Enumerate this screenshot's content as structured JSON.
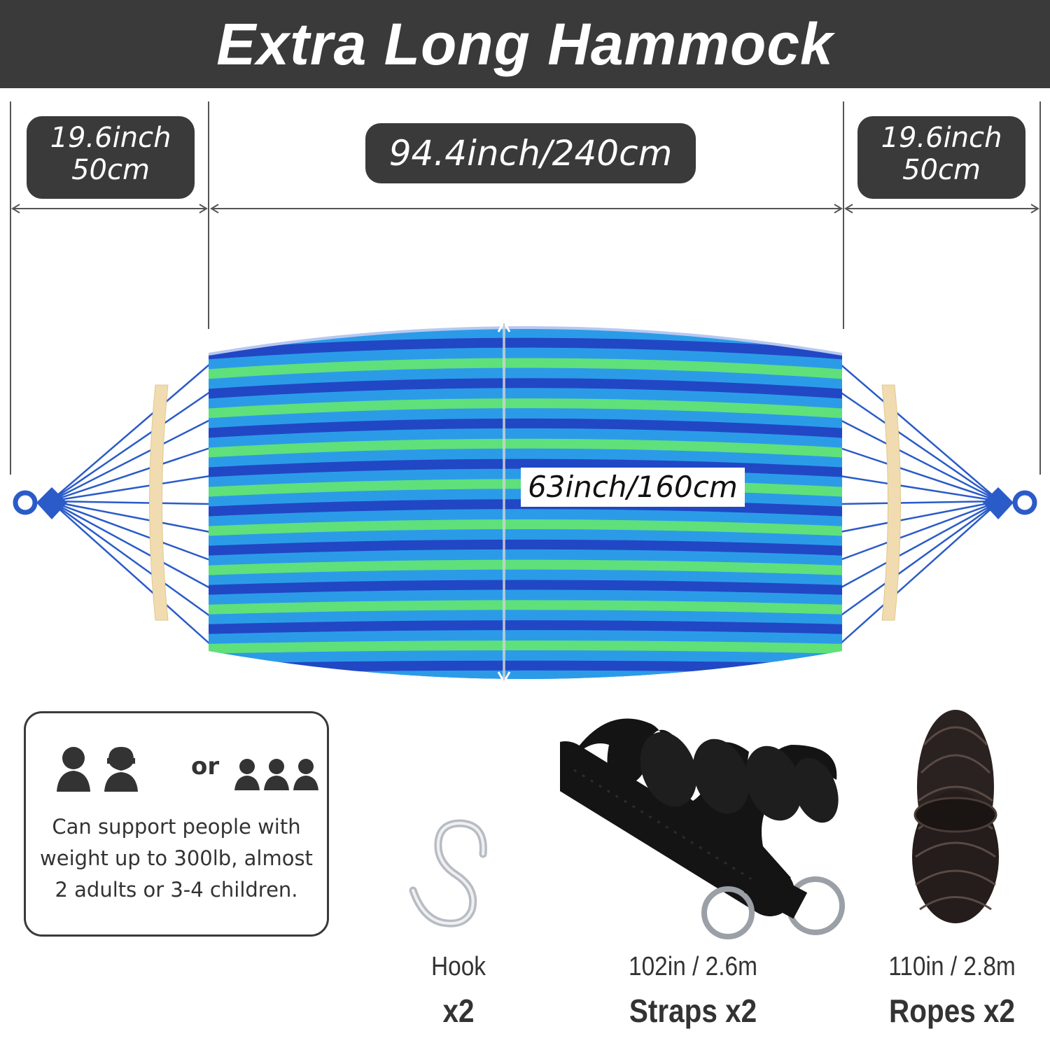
{
  "header": {
    "title": "Extra Long Hammock"
  },
  "dimensions": {
    "left_line1": "19.6inch",
    "left_line2": "50cm",
    "center": "94.4inch/240cm",
    "right_line1": "19.6inch",
    "right_line2": "50cm",
    "width": "63inch/160cm"
  },
  "capacity": {
    "or_label": "or",
    "text_line1": "Can support people with",
    "text_line2": "weight up to 300lb, almost",
    "text_line3": "2 adults or 3-4 children."
  },
  "accessories": {
    "hook": {
      "size": "",
      "name": "Hook",
      "count": "x2"
    },
    "straps": {
      "size": "102in / 2.6m",
      "name": "Straps x2"
    },
    "ropes": {
      "size": "110in / 2.8m",
      "name": "Ropes x2"
    }
  },
  "colors": {
    "header_bg": "#3a3a3a",
    "stripe_dark_blue": "#2147c4",
    "stripe_light_blue": "#2b9be8",
    "stripe_green": "#5fe07a",
    "bar_wood": "#f0dcb0"
  }
}
